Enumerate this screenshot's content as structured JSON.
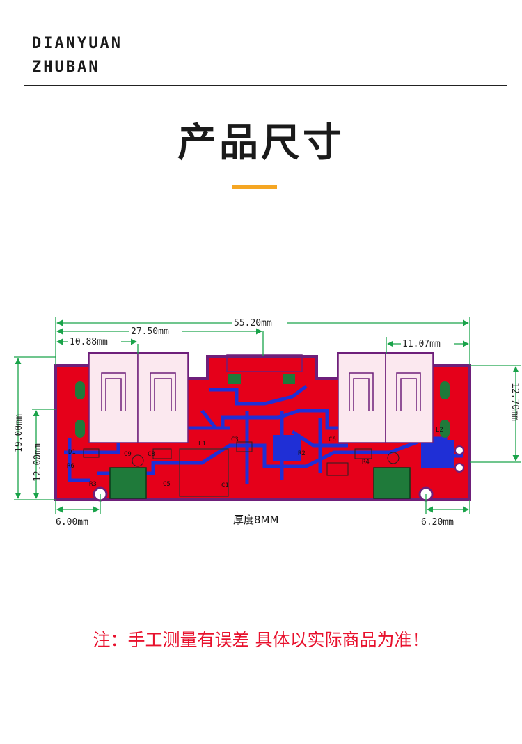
{
  "brand": {
    "line1": "DIANYUAN",
    "line2": "ZHUBAN"
  },
  "header": {
    "title": "产品尺寸"
  },
  "colors": {
    "accent": "#f5a623",
    "note": "#e8112d",
    "pcb": "#e5001a",
    "outline": "#6e1f7a",
    "dimension": "#1aa34a"
  },
  "dimensions": {
    "total_width": "55.20mm",
    "usb_span": "27.50mm",
    "left_edge": "10.88mm",
    "right_edge": "11.07mm",
    "height": "19.00mm",
    "left_hole_height": "12.00mm",
    "right_height": "12.70mm",
    "left_hole_offset": "6.00mm",
    "right_hole_offset": "6.20mm",
    "thickness": "厚度8MM"
  },
  "silkscreen": [
    "C9",
    "C8",
    "R6",
    "C5",
    "D1",
    "R3",
    "L1",
    "C3",
    "R2",
    "C6",
    "R4",
    "C1",
    "L2"
  ],
  "footer": {
    "note": "注：手工测量有误差 具体以实际商品为准！"
  }
}
